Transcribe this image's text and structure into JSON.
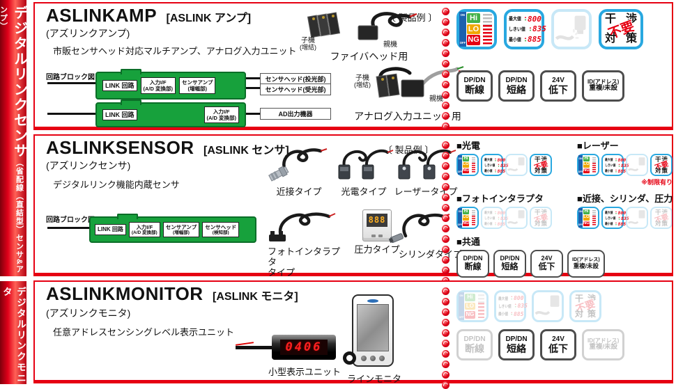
{
  "colors": {
    "accent_red": "#e60012",
    "badge_blue": "#29a8e0",
    "unit_green": "#17a13c",
    "segment_red": "#ff2020"
  },
  "sidebar": {
    "top_title": "デジタルリンクセンサ",
    "top_subtitle": "（省配線（直結型）センサ&アンプ）",
    "bottom_title": "デジタルリンクモニタ"
  },
  "example_label": "〔 製品例 〕",
  "badges": {
    "hilong": {
      "on": "ON",
      "off": "OFF",
      "hi": "Hi",
      "lo": "LO",
      "ng": "NG"
    },
    "minmax": {
      "r1_label": "最大値",
      "r1_value": "800",
      "r2_label": "しきい値",
      "r2_value": "835",
      "r3_label": "最小値",
      "r3_value": "885"
    },
    "interference": {
      "c1": "干",
      "c2": "渉",
      "mid": "不要",
      "c3": "対",
      "c4": "策"
    },
    "dpdn_break_l1": "DP/DN",
    "dpdn_break_l2": "断線",
    "dpdn_short_l1": "DP/DN",
    "dpdn_short_l2": "短絡",
    "v24_l1": "24V",
    "v24_l2": "低下",
    "id_l1": "ID(アドレス)",
    "id_l2": "重複/未設"
  },
  "amp": {
    "title": "ASLINKAMP",
    "bracket": "[ASLINK アンプ]",
    "subtitle": "(アズリンクアンプ)",
    "description": "市販センサヘッド対応マルチアンプ、アナログ入力ユニット",
    "diagram_label": "回路ブロック図",
    "u1b1": "LINK 回路",
    "u1b2a": "入力I/F",
    "u1b2b": "(A/D 変換部)",
    "u1b3a": "センサアンプ",
    "u1b3b": "(増幅部)",
    "out1": "センサヘッド(投光部)",
    "out2": "センサヘッド(受光部)",
    "u2b1": "LINK 回路",
    "u2b2a": "入力I/F",
    "u2b2b": "(A/D 変換部)",
    "out3": "AD出力機器",
    "fiber": {
      "child": "子機",
      "child_sub": "(増結)",
      "parent": "親機",
      "caption": "ファイバヘッド用"
    },
    "analog": {
      "child": "子機",
      "child_sub": "(増結)",
      "parent": "親機",
      "caption": "アナログ入力ユニット用"
    }
  },
  "sensor": {
    "title": "ASLINKSENSOR",
    "bracket": "[ASLINK センサ]",
    "subtitle": "(アズリンクセンサ)",
    "description": "デジタルリンク機能内蔵センサ",
    "diagram_label": "回路ブロック図",
    "b1": "LINK 回路",
    "b2a": "入力I/F",
    "b2b": "(A/D 変換部)",
    "b3a": "センサアンプ",
    "b3b": "(増幅部)",
    "b4a": "センサヘッド",
    "b4b": "(検知部)",
    "types": [
      "近接タイプ",
      "光電タイプ",
      "レーザータイプ",
      "フォトインタラプタ\nタイプ",
      "圧力タイプ",
      "シリンダタイプ"
    ],
    "pressure_display": "888",
    "groups": {
      "photoelectric": "■光電",
      "laser": "■レーザー",
      "laser_note": "※制限有り",
      "interrupter": "■フォトインタラプタ",
      "proximity": "■近接、シリンダ、圧力",
      "common": "■共通"
    }
  },
  "monitor": {
    "title": "ASLINKMONITOR",
    "bracket": "[ASLINK モニタ]",
    "subtitle": "(アズリンクモニタ)",
    "description": "任意アドレスセンシングレベル表示ユニット",
    "display_value": "0406",
    "captions": [
      "小型表示ユニット",
      "ラインモニタ"
    ]
  }
}
